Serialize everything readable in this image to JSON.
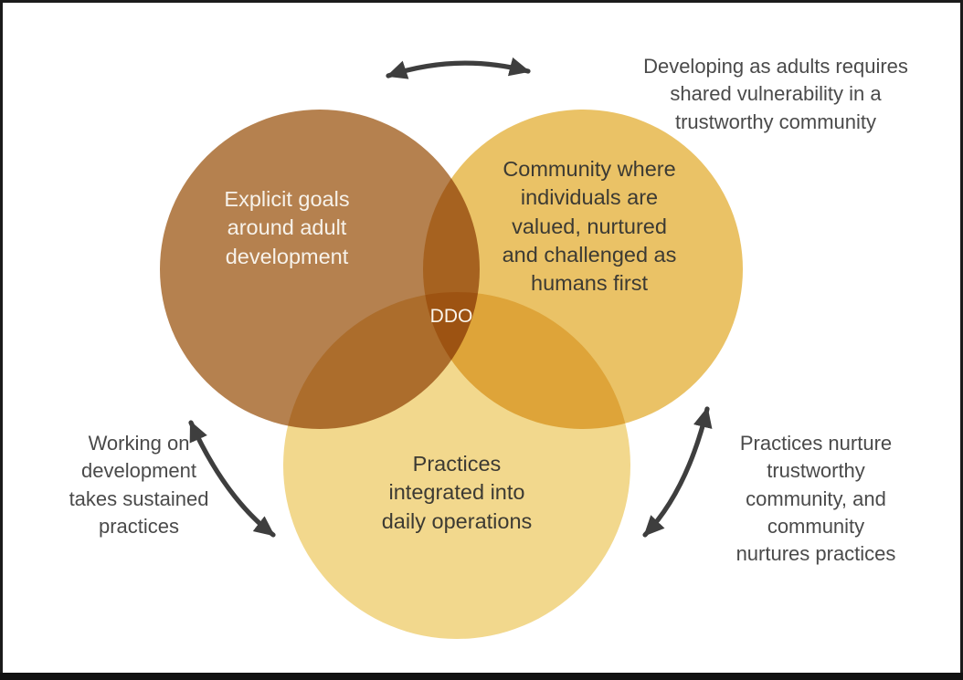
{
  "diagram": {
    "title": "DDO Venn Diagram",
    "type": "venn-3-circle",
    "center_label": "DDO",
    "background_color": "#ffffff",
    "arrow_color": "#3e3e3e",
    "caption_color": "#4a4a4a"
  },
  "circles": {
    "goals": {
      "label": "Explicit goals\naround adult\ndevelopment",
      "color": "#b5814f",
      "text_color": "#f7f2ea",
      "position": "left"
    },
    "community": {
      "label": "Community where\nindividuals are\nvalued, nurtured\nand challenged as\nhumans first",
      "color": "#eac266",
      "text_color": "#3c3a33",
      "position": "right"
    },
    "practices": {
      "label": "Practices\nintegrated into\ndaily operations",
      "color": "#f2d88d",
      "text_color": "#3c3a33",
      "position": "bottom"
    }
  },
  "overlaps": {
    "goals_community": "#b06b30",
    "goals_practices": "#d3a14c",
    "community_practices": "#eec24e",
    "all_three": "#d09f39"
  },
  "captions": {
    "top_right": "Developing as adults requires\nshared vulnerability in a\ntrustworthy community",
    "bottom_left": "Working on\ndevelopment\ntakes sustained\npractices",
    "bottom_right": "Practices nurture\ntrustworthy\ncommunity, and\ncommunity\nnurtures practices"
  },
  "arrows": [
    {
      "name": "arrow-goals-community",
      "style": "double-headed-curved",
      "orientation": "top"
    },
    {
      "name": "arrow-goals-practices",
      "style": "double-headed-curved",
      "orientation": "bottom-left"
    },
    {
      "name": "arrow-community-practices",
      "style": "double-headed-curved",
      "orientation": "bottom-right"
    }
  ]
}
